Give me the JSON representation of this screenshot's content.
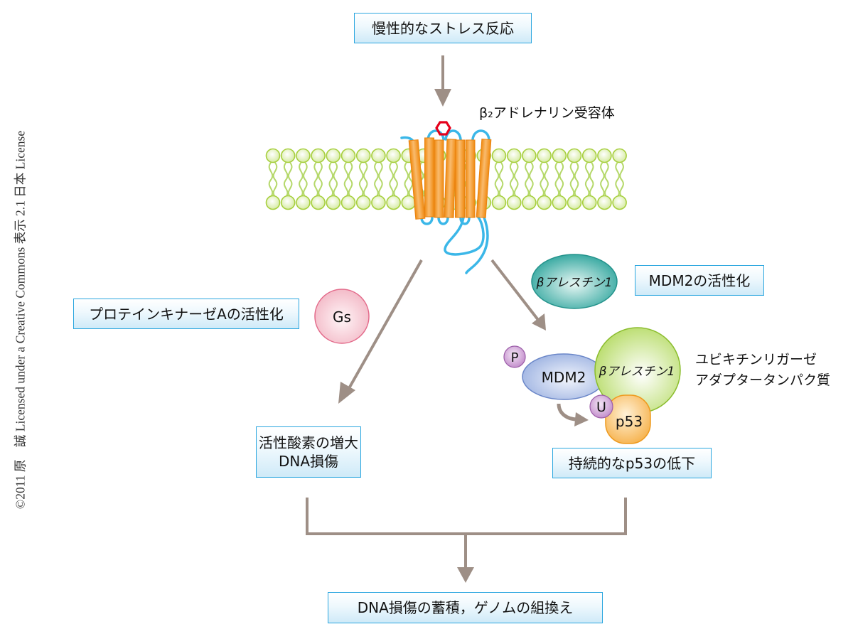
{
  "credit": "©2011 原　誠 Licensed under a Creative Commons 表示 2.1 日本 License",
  "nodes": {
    "stress": "慢性的なストレス反応",
    "receptor_label": "β₂アドレナリン受容体",
    "pka": "プロテインキナーゼAの活性化",
    "gs": "Gs",
    "barrestin": "βアレスチン1",
    "mdm2_activation": "MDM2の活性化",
    "complex": {
      "p": "P",
      "mdm2": "MDM2",
      "barrestin": "βアレスチン1",
      "u": "U",
      "p53": "p53"
    },
    "ligase_label": [
      "ユビキチンリガーゼ",
      "アダプタータンパク質"
    ],
    "ros": [
      "活性酸素の増大",
      "DNA損傷"
    ],
    "p53_decrease": "持続的なp53の低下",
    "final": "DNA損傷の蓄積，ゲノムの組換え"
  },
  "colors": {
    "box_border": "#2aa6df",
    "arrow": "#9e8f86",
    "membrane_head": "#a7cf3e",
    "helix": "#f2921a",
    "loop": "#3bb7e8",
    "ligand": "#e5001b",
    "gs": "#e36a8a",
    "barrestin_teal": "#2aa39b",
    "mdm2_blue": "#7b97d3",
    "barrestin_green": "#9ccb3b",
    "p53_orange": "#f2a33a",
    "phospho_purple": "#9b5ca8"
  }
}
